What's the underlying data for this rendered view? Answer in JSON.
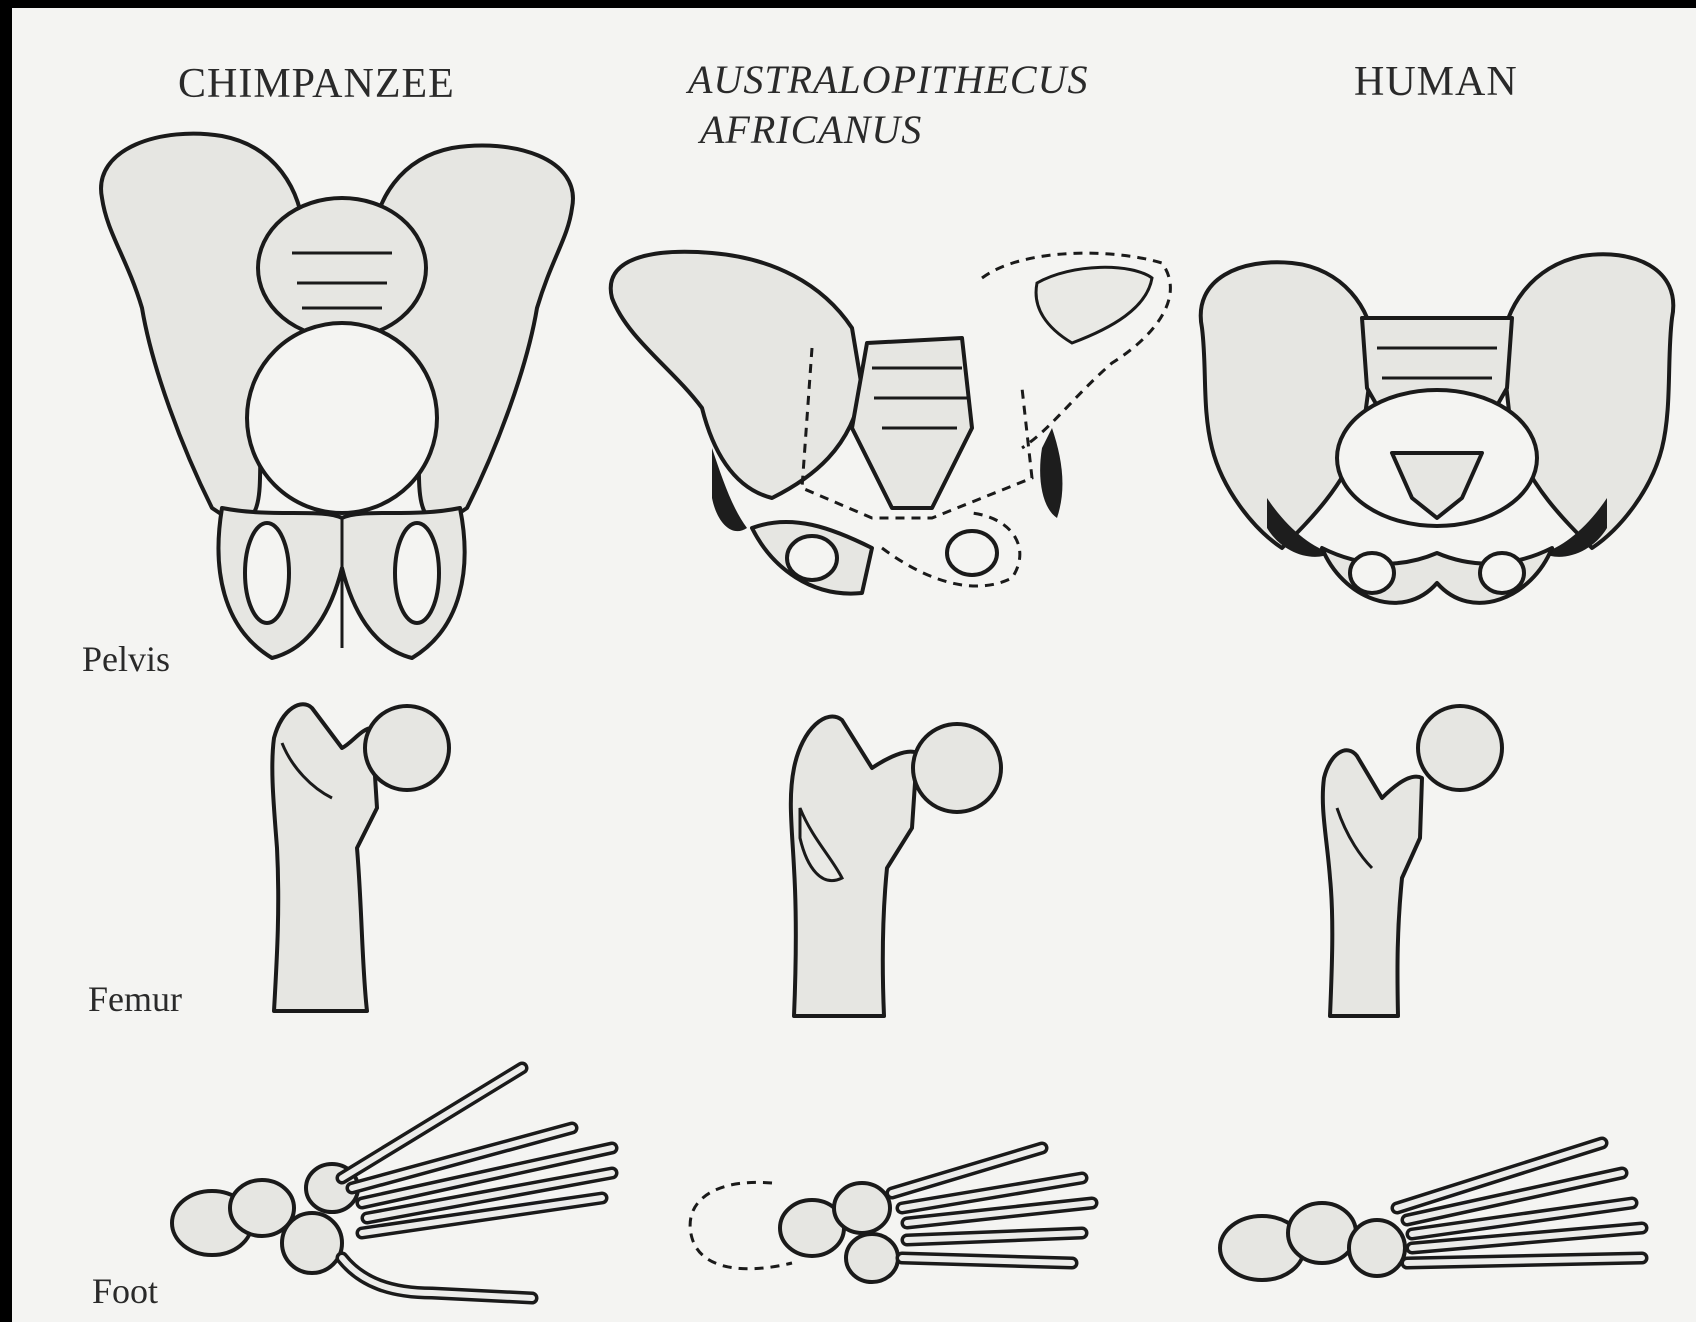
{
  "columns": {
    "chimpanzee": "CHIMPANZEE",
    "australopithecus_line1": "AUSTRALOPITHECUS",
    "australopithecus_line2": "AFRICANUS",
    "human": "HUMAN"
  },
  "rows": {
    "pelvis": "Pelvis",
    "femur": "Femur",
    "foot": "Foot"
  },
  "colors": {
    "background": "#f4f4f2",
    "ink": "#1a1a1a",
    "bone_fill": "#e6e6e2",
    "border": "#000000"
  }
}
